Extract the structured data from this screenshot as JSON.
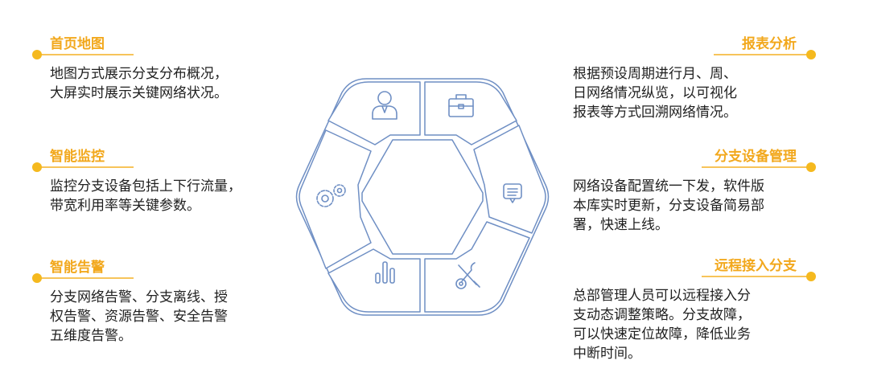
{
  "features": {
    "home_map": {
      "title": "首页地图",
      "desc": "地图方式展示分支分布概况，\n大屏实时展示关键网络状况。"
    },
    "smart_monitor": {
      "title": "智能监控",
      "desc": "监控分支设备包括上下行流量，\n带宽利用率等关键参数。"
    },
    "smart_alert": {
      "title": "智能告警",
      "desc": "分支网络告警、分支离线、授\n权告警、资源告警、安全告警\n五维度告警。"
    },
    "report_analysis": {
      "title": "报表分析",
      "desc": "根据预设周期进行月、周、\n日网络情况纵览，以可视化\n报表等方式回溯网络情况。"
    },
    "branch_device_mgmt": {
      "title": "分支设备管理",
      "desc": "网络设备配置统一下发，软件版\n本库实时更新，分支设备简易部\n署，快速上线。"
    },
    "remote_access": {
      "title": "远程接入分支",
      "desc": "总部管理人员可以远程接入分\n支动态调整策略。分支故障，\n可以快速定位故障，降低业务\n中断时间。"
    }
  },
  "colors": {
    "accent": "#f2a81d",
    "dot": "#f5b91e",
    "hex_stroke": "#6f8fc4"
  },
  "icons": [
    "user-icon",
    "briefcase-icon",
    "message-icon",
    "tools-icon",
    "bar-chart-icon",
    "gears-icon"
  ]
}
